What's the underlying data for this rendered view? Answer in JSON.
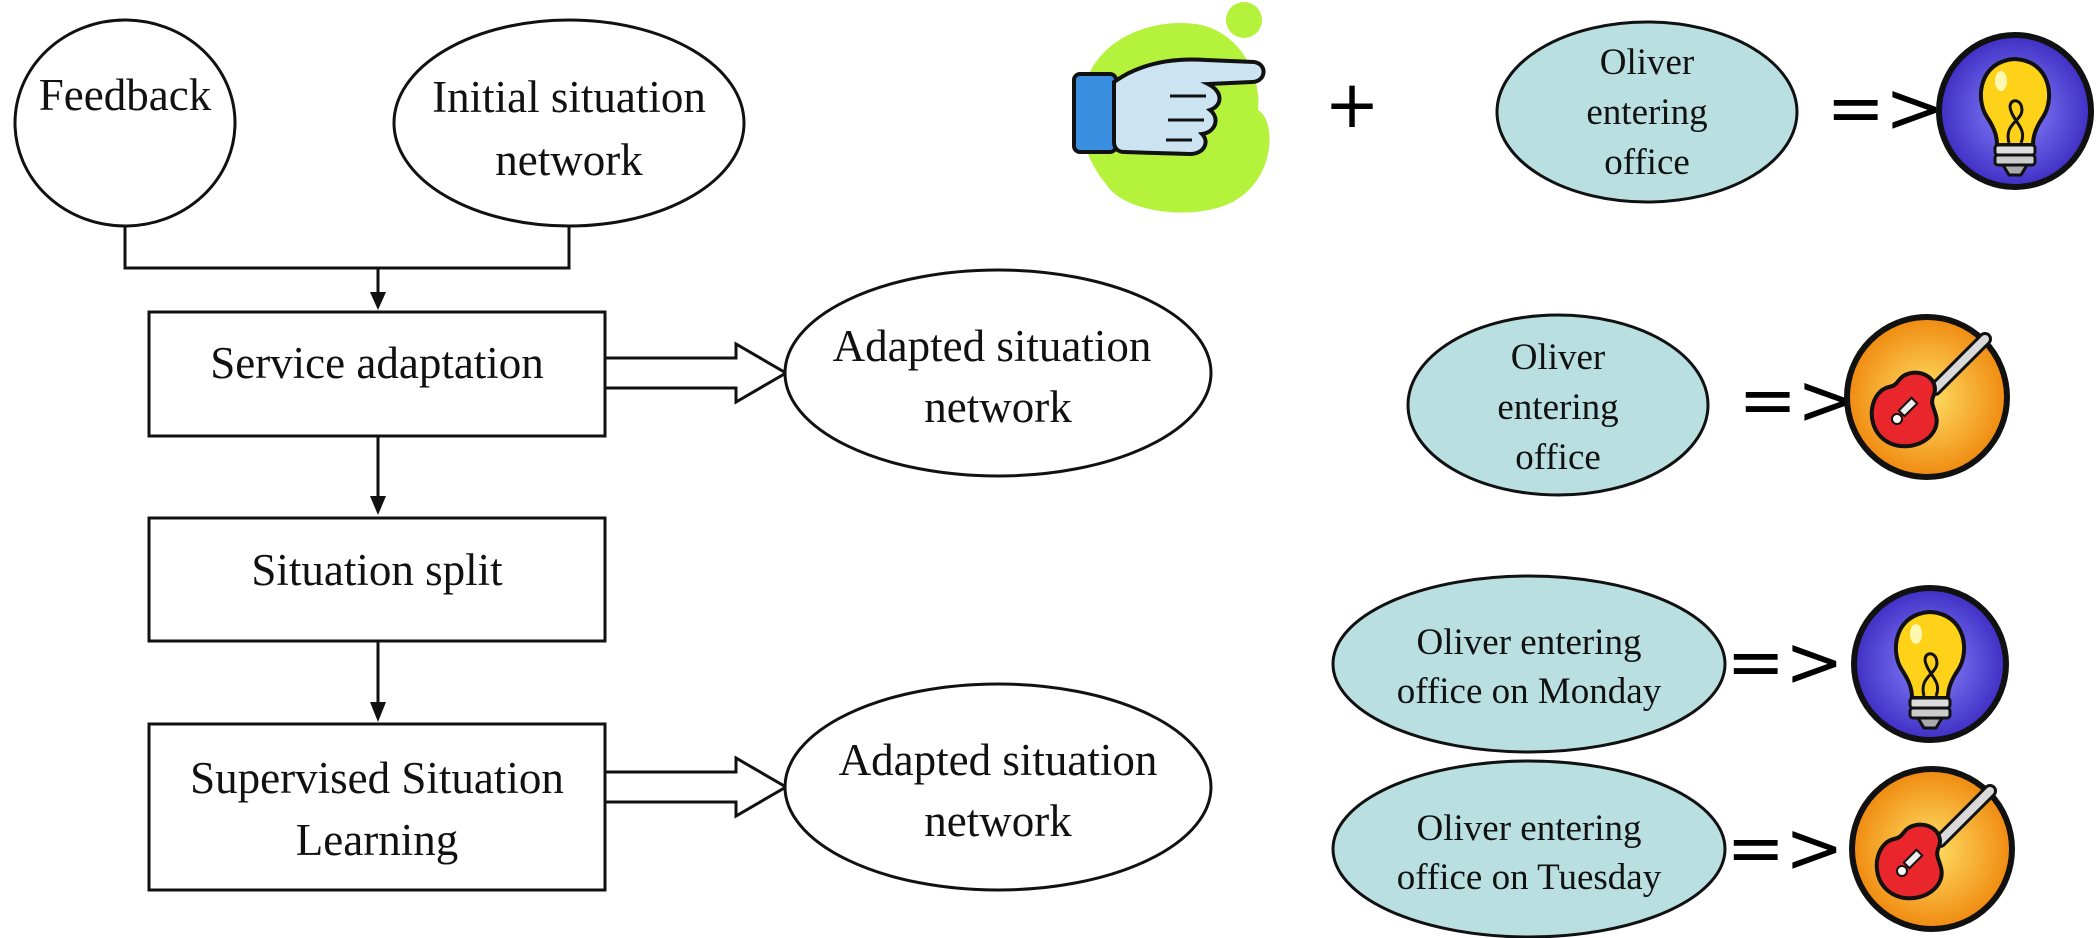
{
  "flowchart": {
    "inputs": {
      "feedback": "Feedback",
      "initial_line1": "Initial situation",
      "initial_line2": "network"
    },
    "steps": {
      "service_adaptation": "Service adaptation",
      "situation_split": "Situation split",
      "supervised_line1": "Supervised Situation",
      "supervised_line2": "Learning"
    },
    "outputs": {
      "adapted1_line1": "Adapted situation",
      "adapted1_line2": "network",
      "adapted2_line1": "Adapted situation",
      "adapted2_line2": "network"
    }
  },
  "rules": {
    "plus_symbol": "+",
    "implies_symbol": "=>",
    "rule1": {
      "line1": "Oliver",
      "line2": "entering",
      "line3": "office",
      "icon": "lightbulb-icon"
    },
    "rule2": {
      "line1": "Oliver",
      "line2": "entering",
      "line3": "office",
      "icon": "guitar-icon"
    },
    "rule3": {
      "line1": "Oliver entering",
      "line2": "office on Monday",
      "icon": "lightbulb-icon"
    },
    "rule4": {
      "line1": "Oliver entering",
      "line2": "office on Tuesday",
      "icon": "guitar-icon"
    },
    "feedback_icon": "pointing-hand-icon"
  },
  "colors": {
    "situation_fill": "#b9dfe0",
    "lightbulb_badge": "#5b4fd6",
    "guitar_badge": "#f5a020",
    "hand_blob": "#b4f23c"
  }
}
